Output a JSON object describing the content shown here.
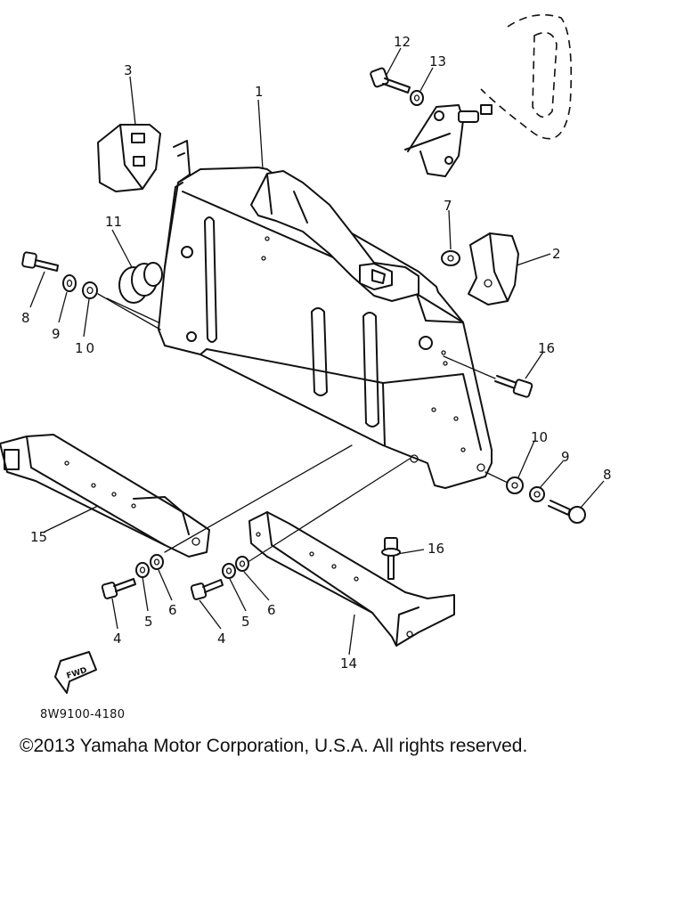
{
  "diagram": {
    "callouts": {
      "c1": "1",
      "c2": "2",
      "c3": "3",
      "c4a": "4",
      "c4b": "4",
      "c5a": "5",
      "c5b": "5",
      "c6a": "6",
      "c6b": "6",
      "c7": "7",
      "c8a": "8",
      "c8b": "8",
      "c9a": "9",
      "c9b": "9",
      "c10a": "10",
      "c10b": "10",
      "c11": "11",
      "c12": "12",
      "c13": "13",
      "c14": "14",
      "c15": "15",
      "c16a": "16",
      "c16b": "16"
    },
    "fwd_label": "FWD",
    "reference_code": "8W9100-4180"
  },
  "copyright": "©2013 Yamaha Motor Corporation, U.S.A. All rights reserved."
}
